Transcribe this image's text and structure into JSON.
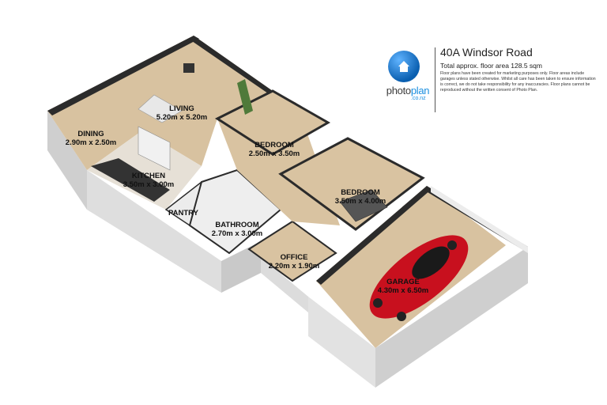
{
  "header": {
    "brand_main": "photo",
    "brand_accent": "plan",
    "brand_sub": ".co.nz",
    "title": "40A Windsor Road",
    "area": "Total approx. floor area 128.5 sqm",
    "disclaimer": "Floor plans have been created for marketing purposes only. Floor areas include garages unless stated otherwise. Whilst all care has been taken to ensure information is correct, we do not take responsibility for any inaccuracies. Floor plans cannot be reproduced without the written consent of Photo Plan."
  },
  "rooms": [
    {
      "id": "living",
      "name": "LIVING",
      "size": "5.20m x 5.20m"
    },
    {
      "id": "dining",
      "name": "DINING",
      "size": "2.90m x 2.50m"
    },
    {
      "id": "kitchen",
      "name": "KITCHEN",
      "size": "3.50m x 3.00m"
    },
    {
      "id": "pantry",
      "name": "PANTRY",
      "size": ""
    },
    {
      "id": "bathroom",
      "name": "BATHROOM",
      "size": "2.70m x 3.00m"
    },
    {
      "id": "office",
      "name": "OFFICE",
      "size": "2.20m x 1.90m"
    },
    {
      "id": "bedroom1",
      "name": "BEDROOM",
      "size": "2.50m x 3.50m"
    },
    {
      "id": "bedroom2",
      "name": "BEDROOM",
      "size": "3.50m x 4.00m"
    },
    {
      "id": "garage",
      "name": "GARAGE",
      "size": "4.30m x 6.50m"
    }
  ],
  "colors": {
    "floor_wood": "#d8c2a0",
    "floor_tile": "#e9e6df",
    "wall_top": "#2b2b2b",
    "wall_side": "#d9d9d9",
    "car": "#c8101e",
    "brand_blue": "#1a8fe0"
  }
}
